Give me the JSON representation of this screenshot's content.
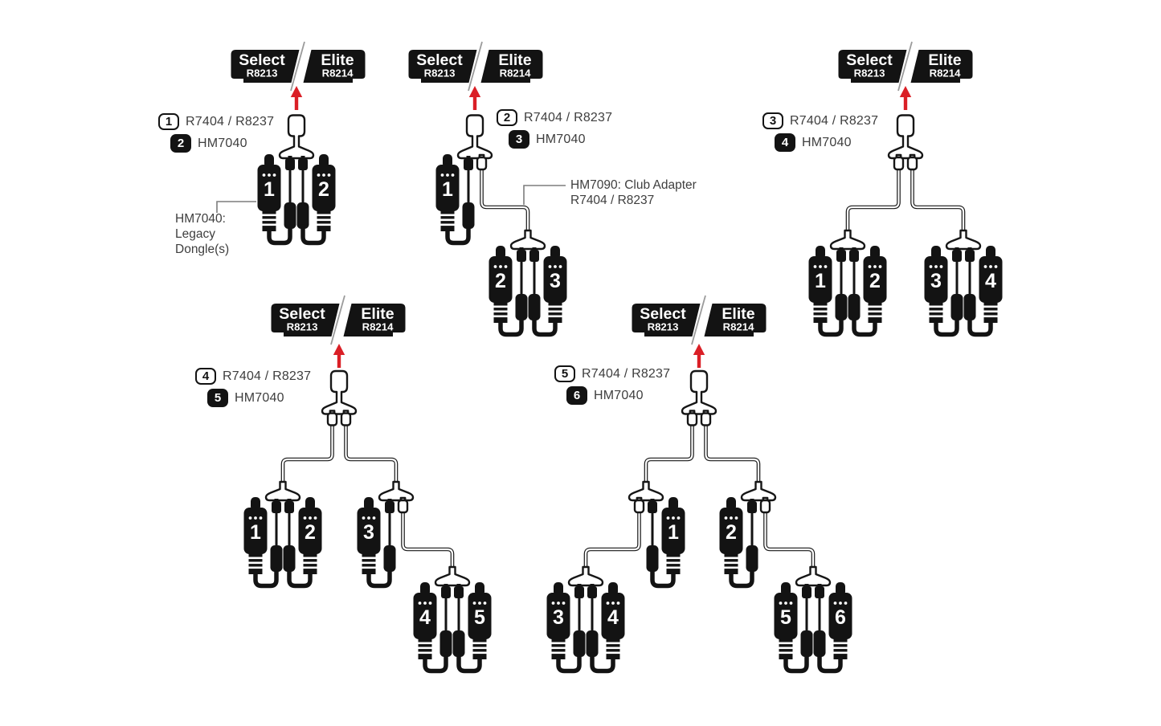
{
  "badge": {
    "left_label": "Select",
    "left_code": "R8213",
    "right_label": "Elite",
    "right_code": "R8214"
  },
  "icons": {
    "up_arrow": "↑"
  },
  "colors": {
    "device_black": "#131313",
    "arrow_red": "#da1f26",
    "label_text": "#3e3e3e",
    "leader_line": "#7d7d7d",
    "badge_slash": "#9b9b9b",
    "background": "#ffffff"
  },
  "diagrams": [
    {
      "name": "two-alarms",
      "legend": [
        {
          "num": "1",
          "variant": "outline",
          "label": "R7404 / R8237"
        },
        {
          "num": "2",
          "variant": "solid",
          "label": "HM7040"
        }
      ],
      "dongles": [
        "1",
        "2"
      ],
      "annotation": "HM7040:\nLegacy\nDongle(s)"
    },
    {
      "name": "three-alarms",
      "legend": [
        {
          "num": "2",
          "variant": "outline",
          "label": "R7404 / R8237"
        },
        {
          "num": "3",
          "variant": "solid",
          "label": "HM7040"
        }
      ],
      "dongles": [
        "1",
        "2",
        "3"
      ],
      "annotation": "HM7090: Club Adapter\nR7404 / R8237"
    },
    {
      "name": "four-alarms",
      "legend": [
        {
          "num": "3",
          "variant": "outline",
          "label": "R7404 / R8237"
        },
        {
          "num": "4",
          "variant": "solid",
          "label": "HM7040"
        }
      ],
      "dongles": [
        "1",
        "2",
        "3",
        "4"
      ]
    },
    {
      "name": "five-alarms",
      "legend": [
        {
          "num": "4",
          "variant": "outline",
          "label": "R7404 / R8237"
        },
        {
          "num": "5",
          "variant": "solid",
          "label": "HM7040"
        }
      ],
      "dongles": [
        "1",
        "2",
        "3",
        "4",
        "5"
      ]
    },
    {
      "name": "six-alarms",
      "legend": [
        {
          "num": "5",
          "variant": "outline",
          "label": "R7404 / R8237"
        },
        {
          "num": "6",
          "variant": "solid",
          "label": "HM7040"
        }
      ],
      "dongles": [
        "1",
        "2",
        "3",
        "4",
        "5",
        "6"
      ]
    }
  ]
}
